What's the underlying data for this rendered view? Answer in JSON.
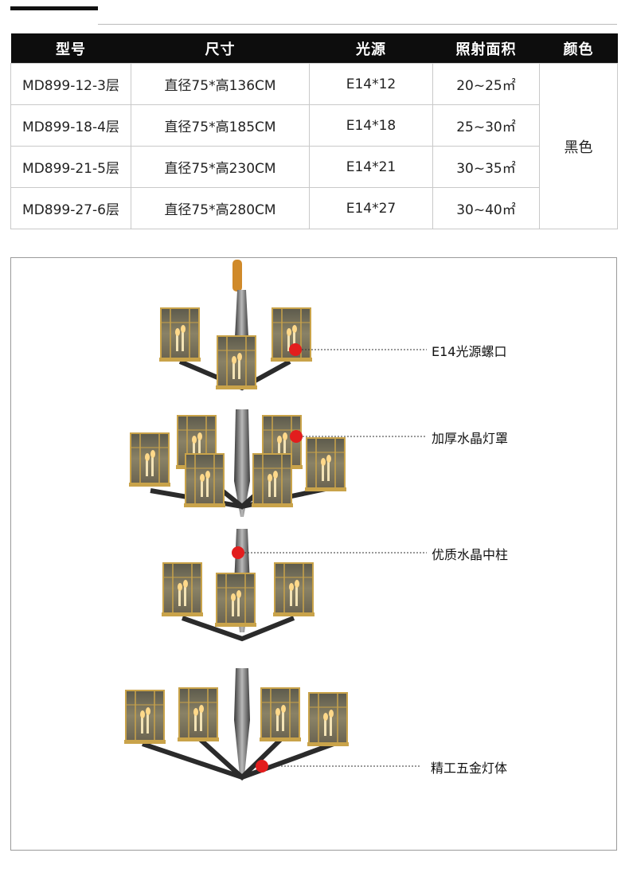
{
  "table": {
    "headers": [
      "型号",
      "尺寸",
      "光源",
      "照射面积",
      "颜色"
    ],
    "rows": [
      {
        "model": "MD899-12-3层",
        "size": "直径75*高136CM",
        "light": "E14*12",
        "area": "20~25㎡"
      },
      {
        "model": "MD899-18-4层",
        "size": "直径75*高185CM",
        "light": "E14*18",
        "area": "25~30㎡"
      },
      {
        "model": "MD899-21-5层",
        "size": "直径75*高230CM",
        "light": "E14*21",
        "area": "30~35㎡"
      },
      {
        "model": "MD899-27-6层",
        "size": "直径75*高280CM",
        "light": "E14*27",
        "area": "30~40㎡"
      }
    ],
    "color_value": "黑色"
  },
  "callouts": [
    {
      "label": "E14光源螺口"
    },
    {
      "label": "加厚水晶灯罩"
    },
    {
      "label": "优质水晶中柱"
    },
    {
      "label": "精工五金灯体"
    }
  ],
  "colors": {
    "header_bg": "#0d0d0d",
    "marker_red": "#e21d1d",
    "shade_glass": "#6f6a55",
    "gold_frame": "#c9a34a",
    "arm_metal": "#2b2b2b"
  }
}
